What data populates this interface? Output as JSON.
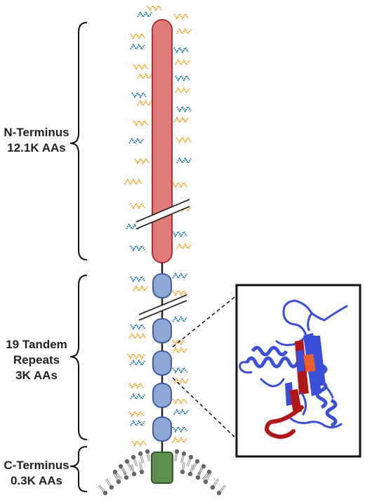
{
  "labels": {
    "n_terminus": {
      "line1": "N-Terminus",
      "line2": "12.1K AAs"
    },
    "tandem_repeats": {
      "line1": "19 Tandem",
      "line2": "Repeats",
      "line3": "3K AAs"
    },
    "c_terminus": {
      "line1": "C-Terminus",
      "line2": "0.3K AAs"
    }
  },
  "colors": {
    "n_domain_fill": "#e17b7b",
    "n_domain_stroke": "#b03030",
    "repeat_fill": "#8fa8d8",
    "repeat_stroke": "#3f5f9f",
    "tm_fill": "#5f8f4f",
    "glycan_orange": "#f0a830",
    "glycan_blue": "#2f7fa8",
    "protein_blue": "#3a4fd8",
    "protein_red": "#b01818",
    "protein_orange": "#e86030"
  },
  "repeats_shown": 5
}
